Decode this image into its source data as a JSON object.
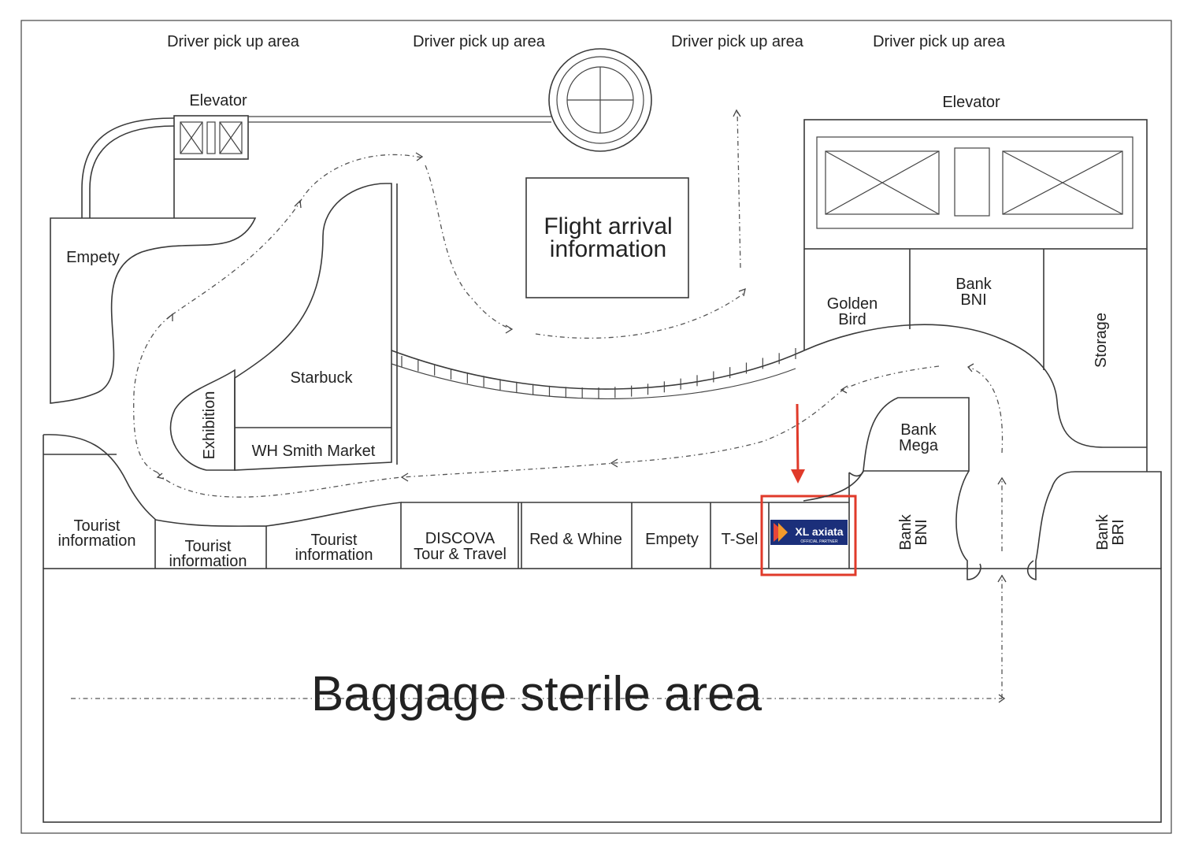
{
  "map": {
    "pickup_areas": [
      "Driver pick up area",
      "Driver pick up area",
      "Driver pick up area",
      "Driver pick up area"
    ],
    "elevator_left": "Elevator",
    "elevator_right": "Elevator",
    "flight_info": [
      "Flight arrival",
      "information"
    ],
    "empety_top": "Empety",
    "starbuck": "Starbuck",
    "exhibition": "Exhibition",
    "wh_smith": "WH Smith Market",
    "golden_bird": [
      "Golden",
      "Bird"
    ],
    "bank_bni_top": [
      "Bank",
      "BNI"
    ],
    "storage": "Storage",
    "bank_mega": [
      "Bank",
      "Mega"
    ],
    "bank_bni_bottom": [
      "Bank",
      "BNI"
    ],
    "bank_bri": [
      "Bank",
      "BRI"
    ],
    "shops": {
      "tourist_1": [
        "Tourist",
        "information"
      ],
      "tourist_2": [
        "Tourist",
        "information"
      ],
      "tourist_3": [
        "Tourist",
        "information"
      ],
      "discova": [
        "DISCOVA",
        "Tour & Travel"
      ],
      "red_whine": "Red & Whine",
      "empety_bottom": "Empety",
      "tsel": "T-Sel"
    },
    "xl_logo": {
      "name": "XL axiata",
      "sub": "OFFICIAL PARTNER",
      "color": "#1b2f7a"
    },
    "baggage": "Baggage sterile area",
    "highlight_color": "#e03a2a"
  }
}
